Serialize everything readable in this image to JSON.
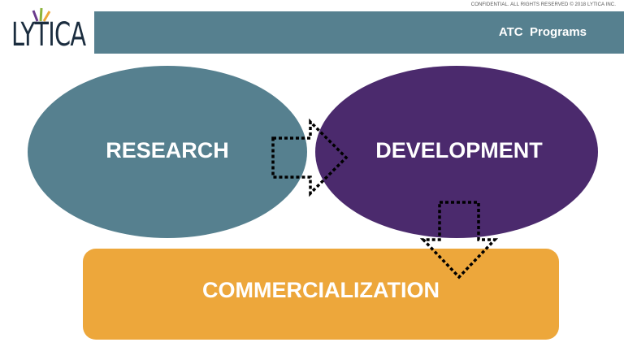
{
  "confidential_note": "CONFIDENTIAL. ALL RIGHTS RESERVED © 2018 LYTICA INC.",
  "header": {
    "title": "ATC  Programs"
  },
  "logo": {
    "text": "LYTICA"
  },
  "nodes": {
    "research": "RESEARCH",
    "development": "DEVELOPMENT",
    "commercialization": "COMMERCIALIZATION"
  },
  "colors": {
    "header_bar": "#56808f",
    "research": "#56808f",
    "development": "#4b2a6d",
    "commercialization": "#eda73b",
    "arrow": "#000000",
    "logo_purple": "#6a3a8c",
    "logo_green": "#8bb33a",
    "logo_orange": "#eda73b"
  }
}
